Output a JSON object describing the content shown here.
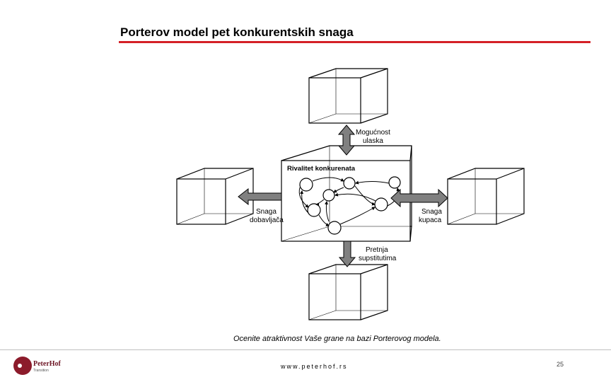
{
  "header": {
    "title": "Porterov model pet konkurentskih snaga"
  },
  "diagram": {
    "center_label": "Rivalitet konkurenata",
    "forces": {
      "entry": [
        "Mogućnost",
        "ulaska"
      ],
      "suppliers": [
        "Snaga",
        "dobavljača"
      ],
      "buyers": [
        "Snaga",
        "kupaca"
      ],
      "substitutes": [
        "Pretnja",
        "supstitutima"
      ]
    }
  },
  "caption": "Ocenite atraktivnost Vaše grane na bazi Porterovog modela.",
  "footer": {
    "website": "www.peterhof.rs",
    "page": "25",
    "logo_name": "PeterHof",
    "logo_sub": "Transition",
    "brand_color": "#8c1b2b"
  },
  "colors": {
    "accent_rule": "#d42026",
    "arrow_fill": "#808080"
  }
}
